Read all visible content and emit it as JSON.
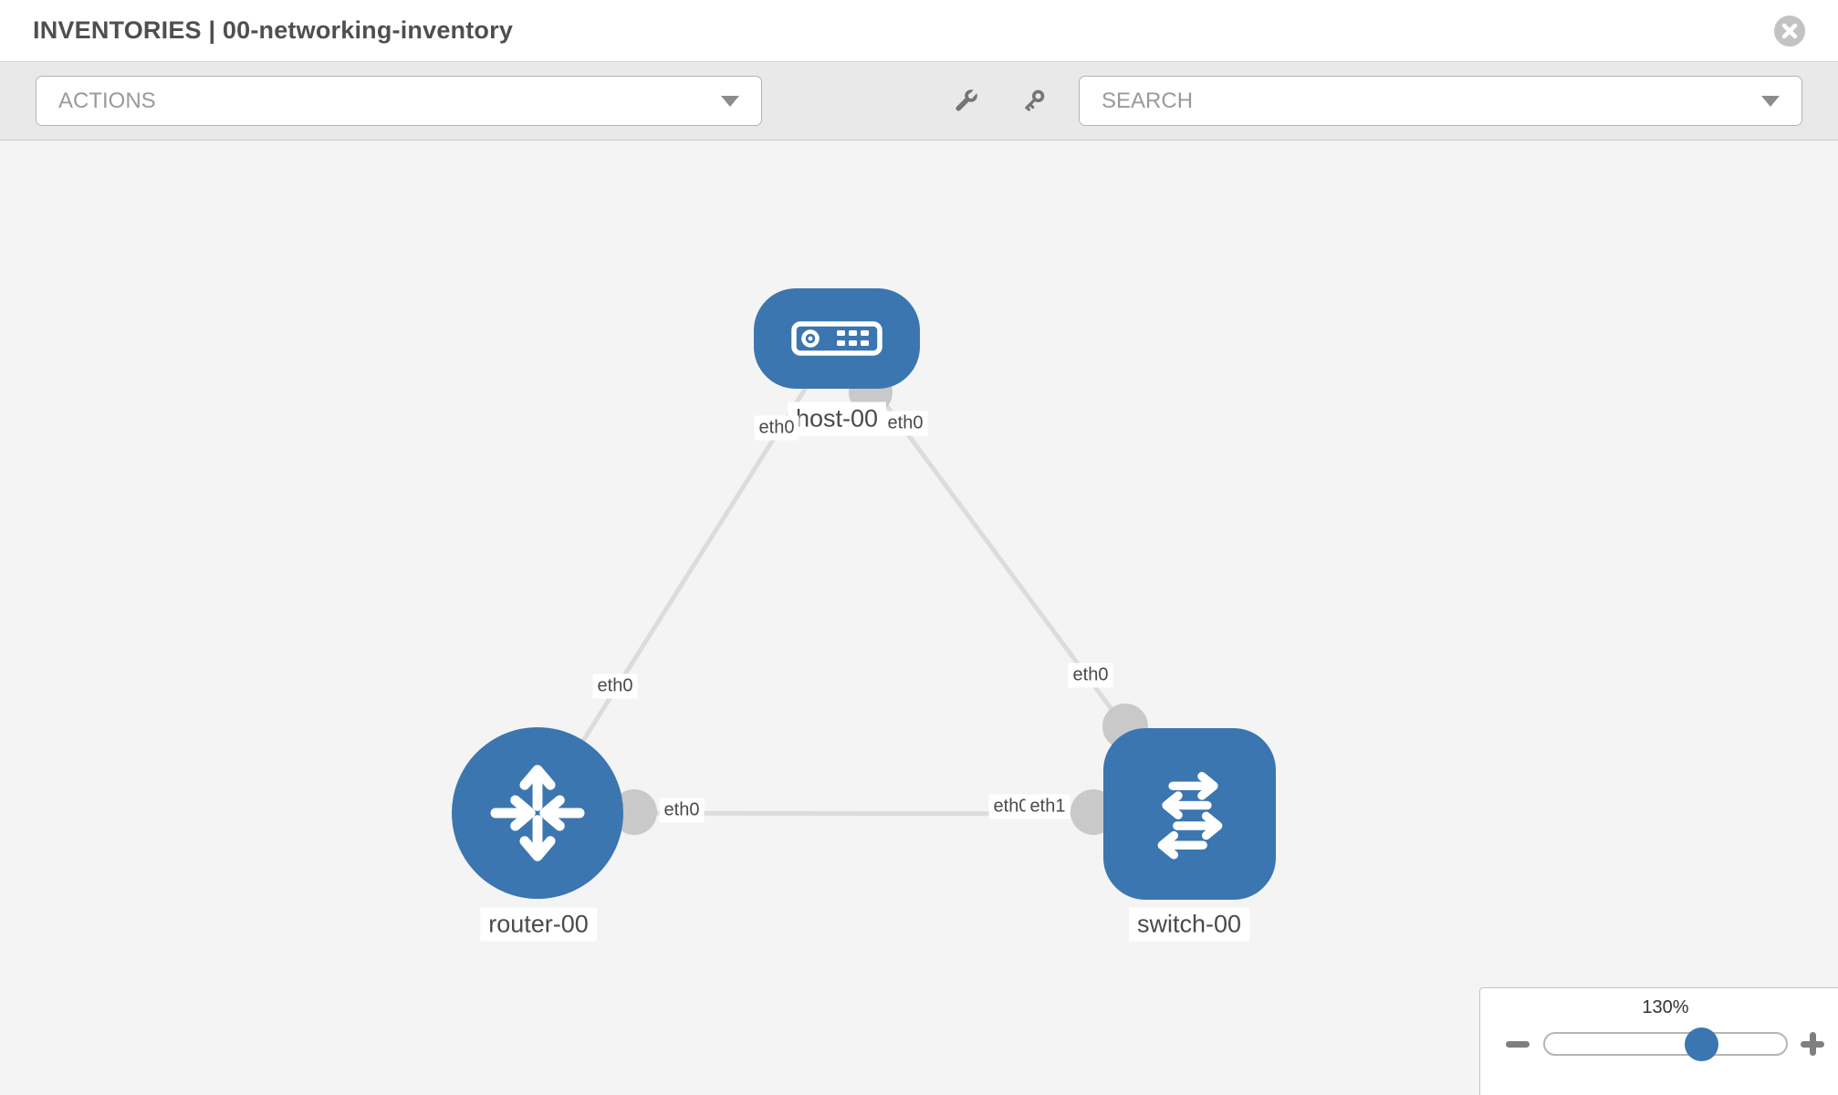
{
  "header": {
    "title": "INVENTORIES | 00-networking-inventory"
  },
  "toolbar": {
    "actions_label": "ACTIONS",
    "search_label": "SEARCH",
    "icons": [
      "wrench-icon",
      "key-icon"
    ]
  },
  "topology": {
    "nodes": [
      {
        "id": "host-00",
        "label": "host-00",
        "type": "host"
      },
      {
        "id": "router-00",
        "label": "router-00",
        "type": "router"
      },
      {
        "id": "switch-00",
        "label": "switch-00",
        "type": "switch"
      }
    ],
    "links": [
      {
        "from": "host-00",
        "to": "router-00",
        "labels": [
          {
            "end": "host",
            "text": "eth0"
          },
          {
            "end": "router",
            "text": "eth0"
          }
        ]
      },
      {
        "from": "host-00",
        "to": "switch-00",
        "labels": [
          {
            "end": "host",
            "text": "eth0"
          },
          {
            "end": "switch",
            "text": "eth0"
          }
        ]
      },
      {
        "from": "router-00",
        "to": "switch-00",
        "labels": [
          {
            "end": "router",
            "text": "eth0"
          },
          {
            "end": "switch-under",
            "text": "eth0"
          },
          {
            "end": "switch",
            "text": "eth1"
          }
        ]
      }
    ],
    "colors": {
      "node_blue": "#3b76b0",
      "link_gray": "#dcdcdc",
      "port_gray": "#c9c9c9",
      "canvas_bg": "#f4f4f4"
    }
  },
  "zoom_control": {
    "value_label": "130%"
  }
}
